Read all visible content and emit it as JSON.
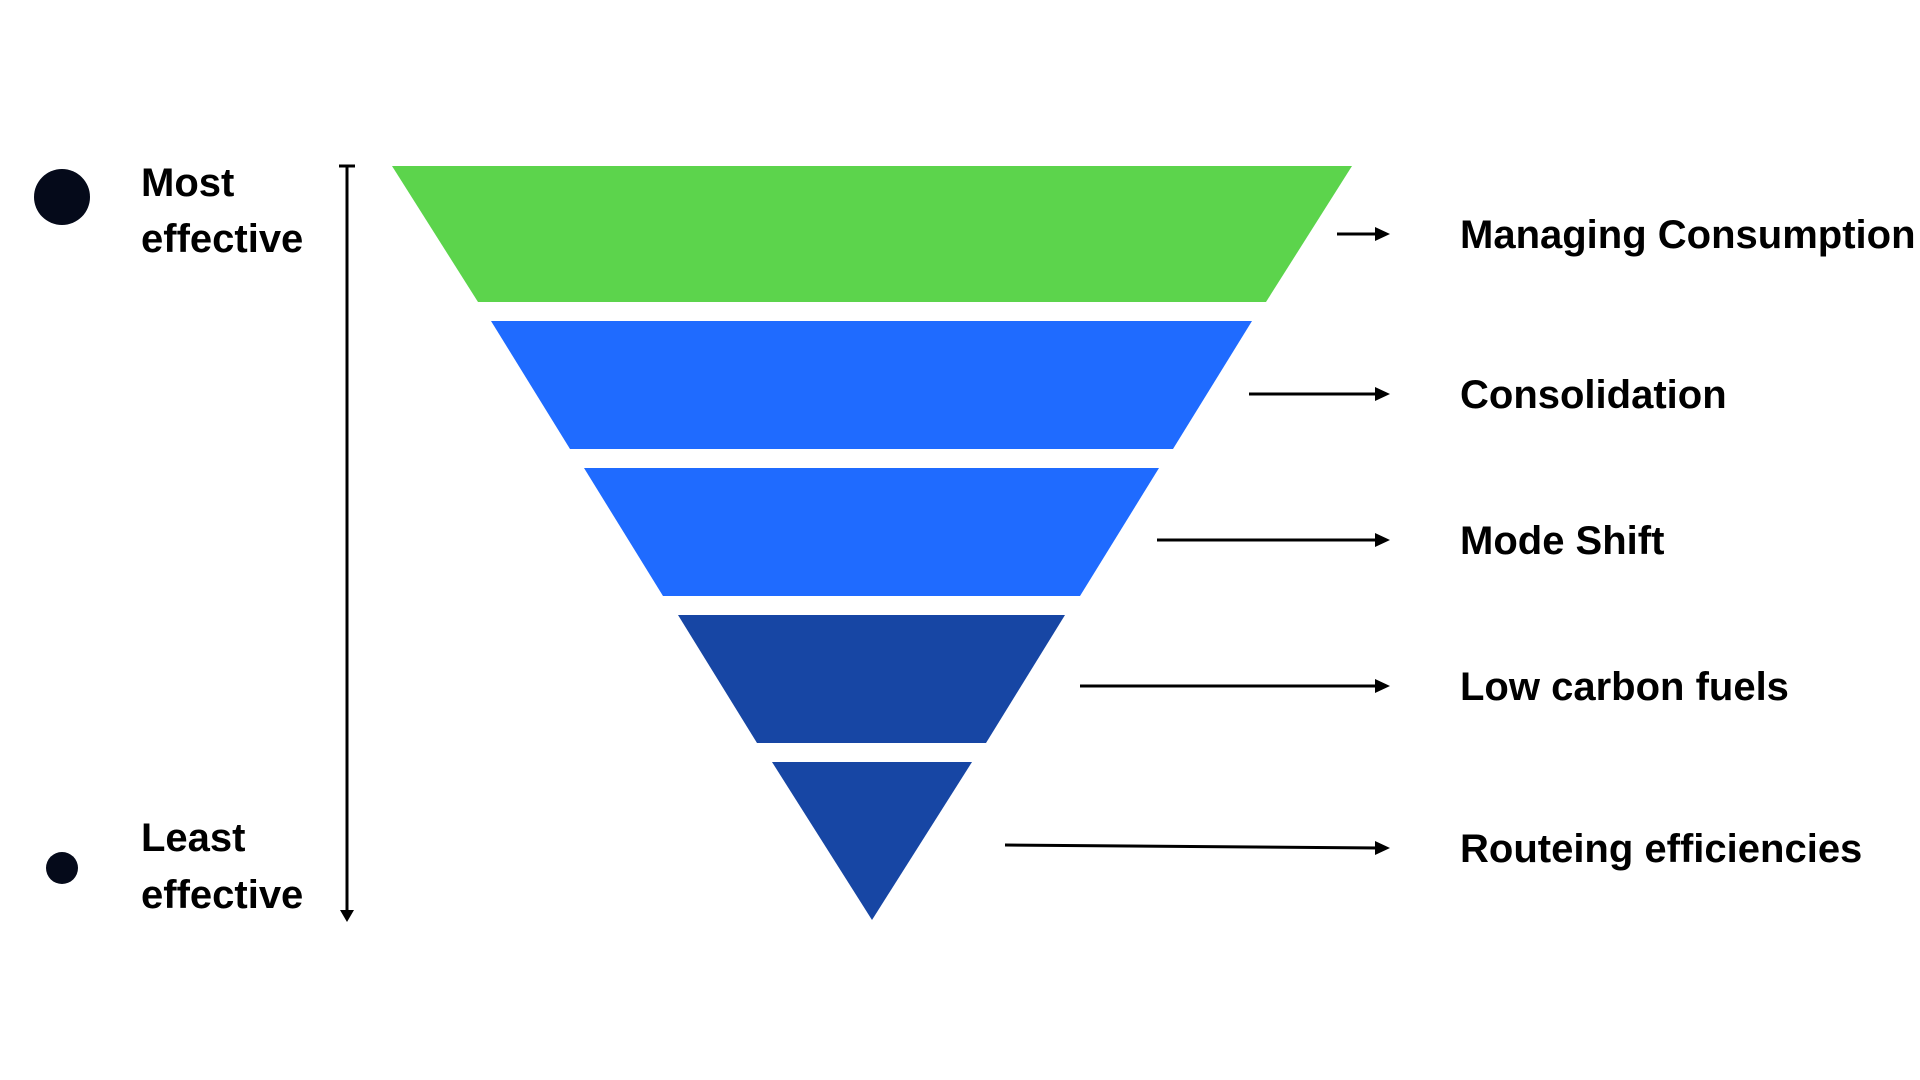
{
  "scale": {
    "most_label_line1": "Most",
    "most_label_line2": "effective",
    "least_label_line1": "Least",
    "least_label_line2": "effective"
  },
  "colors": {
    "green": "#5cd44c",
    "blue": "#1f6bff",
    "dark_blue": "#1746a4",
    "ink": "#000000",
    "dot": "#050a1a"
  },
  "tiers": [
    {
      "label": "Managing Consumption",
      "color": "#5cd44c"
    },
    {
      "label": "Consolidation",
      "color": "#1f6bff"
    },
    {
      "label": "Mode Shift",
      "color": "#1f6bff"
    },
    {
      "label": "Low carbon fuels",
      "color": "#1746a4"
    },
    {
      "label": "Routeing efficiencies",
      "color": "#1746a4"
    }
  ]
}
